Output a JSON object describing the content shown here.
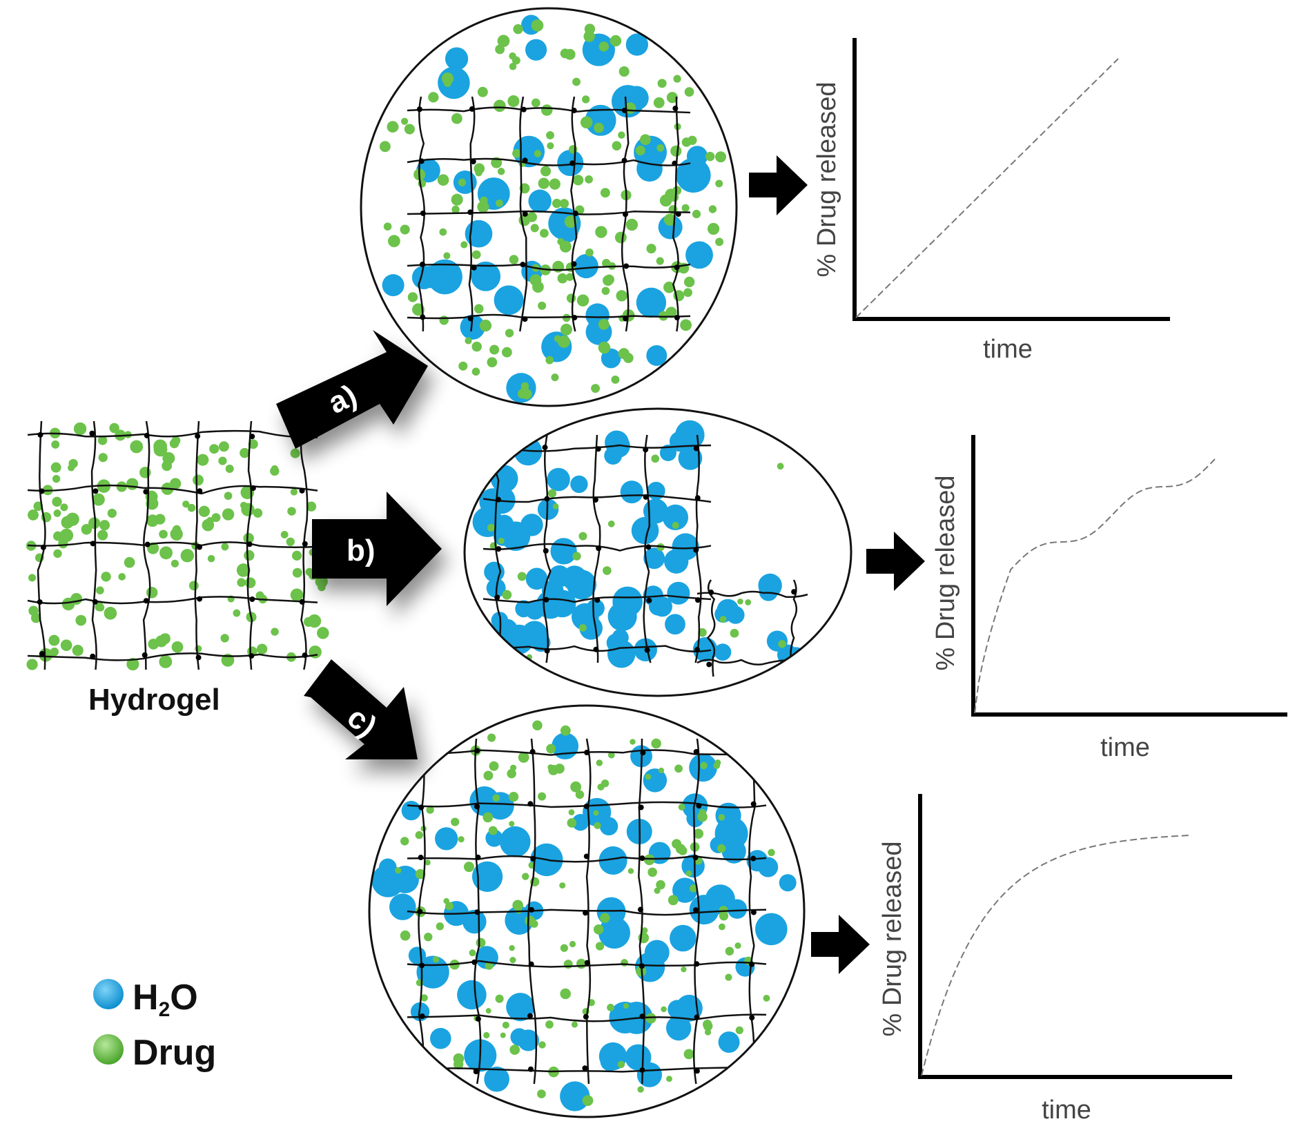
{
  "hydrogel": {
    "label": "Hydrogel"
  },
  "legend": {
    "items": [
      {
        "label": "H",
        "sub": "2",
        "suffix": "O",
        "color": "#1aa3e0",
        "icon": "water-dot-icon"
      },
      {
        "label": "Drug",
        "color": "#6cc24a",
        "icon": "drug-dot-icon"
      }
    ]
  },
  "mechanisms": [
    {
      "id": "a",
      "label": "a)",
      "chart": {
        "ylabel": "% Drug released",
        "xlabel": "time",
        "curve": "linear"
      }
    },
    {
      "id": "b",
      "label": "b)",
      "chart": {
        "ylabel": "% Drug released",
        "xlabel": "time",
        "curve": "stepwise"
      }
    },
    {
      "id": "c",
      "label": "c)",
      "chart": {
        "ylabel": "% Drug released",
        "xlabel": "time",
        "curve": "saturating"
      }
    }
  ],
  "colors": {
    "water": "#1aa3e0",
    "drug": "#6cc24a",
    "network": "#111111",
    "arrow": "#000000"
  }
}
